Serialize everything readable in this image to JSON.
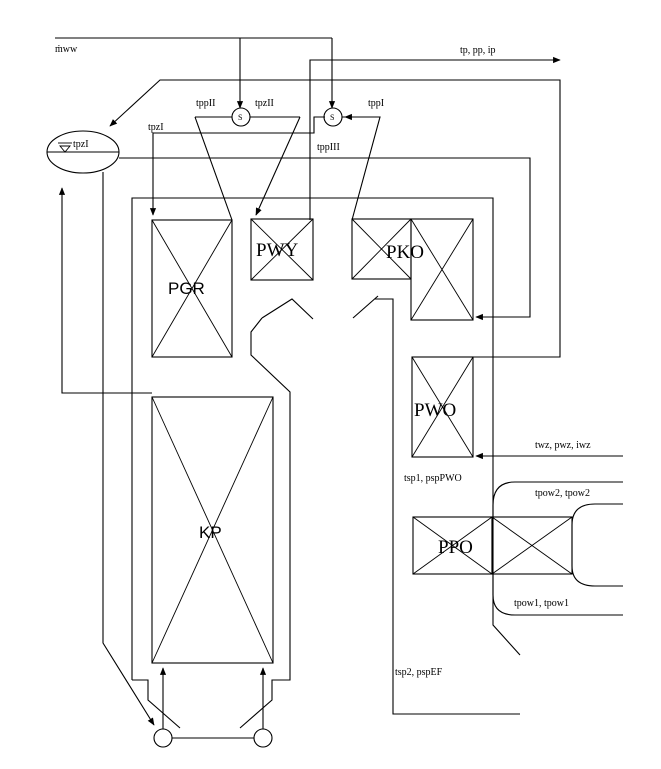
{
  "inputs": {
    "m_ww": "ṁww"
  },
  "outputs": {
    "main_steam": "tp, pp, ip",
    "feedwater": "twz, pwz, iwz"
  },
  "drum": {
    "label": "tpzI"
  },
  "attemperators": {
    "s1": "S",
    "s2": "S"
  },
  "temps": {
    "tppII": "tppII",
    "tpzII": "tpzII",
    "tppI": "tppI",
    "tpzI_left": "tpzI",
    "tppIII": "tppIII"
  },
  "blocks": {
    "pgr": "PGR",
    "pwy": "PWY",
    "pko": "PKO",
    "pwo": "PWO",
    "ppo": "PPO",
    "kp": "KP"
  },
  "flue": {
    "tsp1": "tsp1, pspPWO",
    "tsp2": "tsp2, pspEF"
  },
  "air": {
    "tpow2": "tpow2, tpow2",
    "tpow1": "tpow1, tpow1"
  }
}
